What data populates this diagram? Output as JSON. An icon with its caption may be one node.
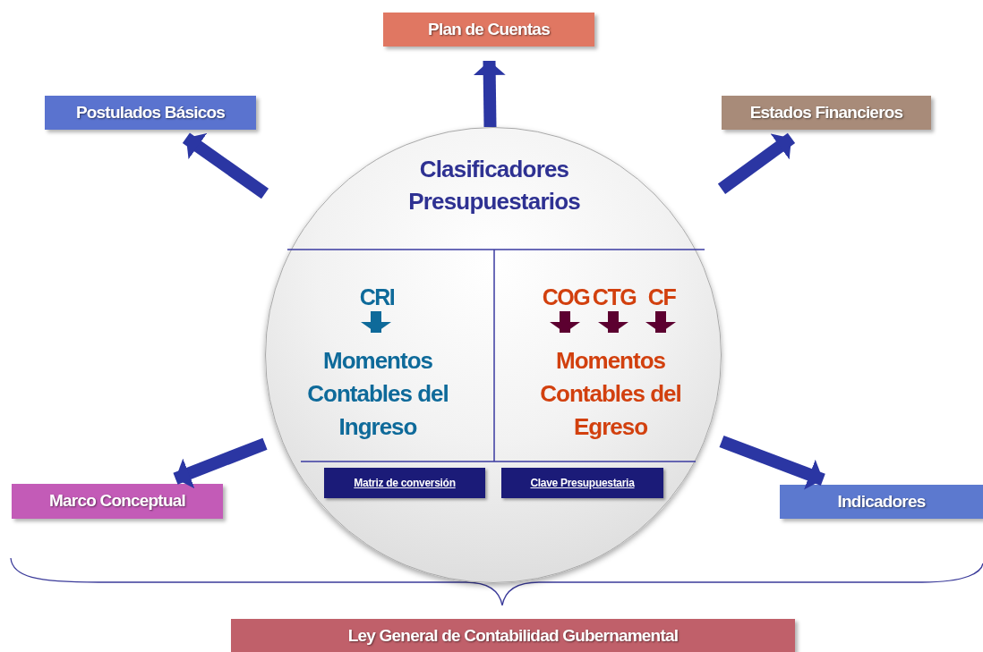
{
  "diagram": {
    "nodes": [
      {
        "text": [
          "Clasificadores Presupuestarios"
        ]
      },
      {
        "text": [
          "CRI"
        ],
        "in": 0
      },
      {
        "text": [
          "Momentos Contables del Ingreso"
        ],
        "in": 0
      },
      {
        "text": [
          "COG"
        ],
        "in": 0
      },
      {
        "text": [
          "CTG"
        ],
        "in": 0
      },
      {
        "text": [
          "CF"
        ],
        "in": 0
      },
      {
        "text": [
          "Momentos Contables del Egreso"
        ],
        "in": 0
      },
      {
        "text": [
          "Matriz de conversión"
        ],
        "in": 0
      },
      {
        "text": [
          "Clave Presupuestaria"
        ],
        "in": 0
      },
      {
        "text": [
          "Plan de Cuentas"
        ]
      },
      {
        "text": [
          "Postulados Básicos"
        ]
      },
      {
        "text": [
          "Estados Financieros"
        ]
      },
      {
        "text": [
          "Marco Conceptual"
        ]
      },
      {
        "text": [
          "Indicadores"
        ]
      },
      {
        "text": [
          "Ley General de Contabilidad Gubernamental"
        ]
      }
    ],
    "edges": [
      {
        "from": 1,
        "to": 2,
        "arrow": "to",
        "color": "#0e6a9a"
      },
      {
        "from": 3,
        "to": 6,
        "arrow": "to",
        "color": "#5c0030"
      },
      {
        "from": 4,
        "to": 6,
        "arrow": "to",
        "color": "#5c0030"
      },
      {
        "from": 5,
        "to": 6,
        "arrow": "to",
        "color": "#5c0030"
      },
      {
        "from": 0,
        "to": 9,
        "arrow": "to"
      },
      {
        "from": 0,
        "to": 10,
        "arrow": "to"
      },
      {
        "from": 0,
        "to": 11,
        "arrow": "to"
      },
      {
        "from": 0,
        "to": 12,
        "arrow": "to"
      },
      {
        "from": 0,
        "to": 13,
        "arrow": "to"
      }
    ]
  }
}
